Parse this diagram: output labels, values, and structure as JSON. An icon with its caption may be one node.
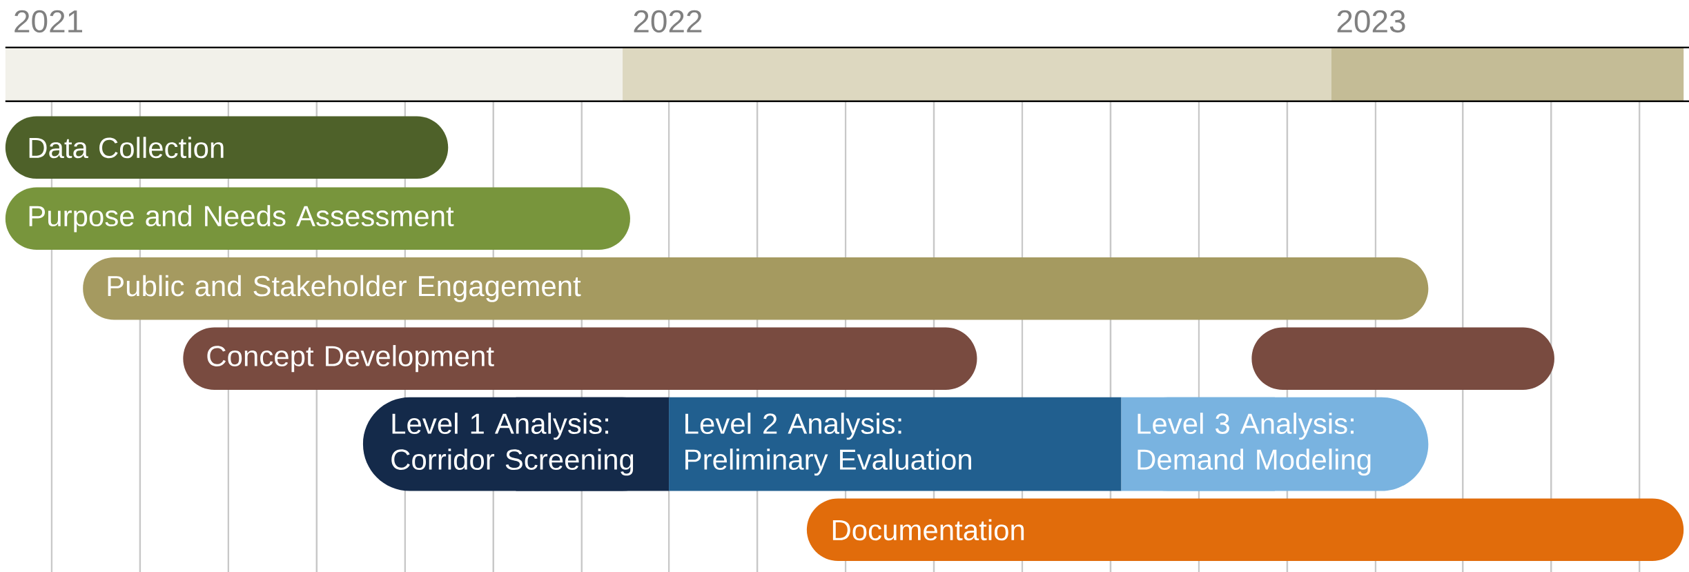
{
  "diagram": {
    "nodes": [
      {
        "text": [
          "Data Collection"
        ]
      },
      {
        "text": [
          "Purpose and Needs Assessment"
        ]
      },
      {
        "text": [
          "Public and Stakeholder Engagement"
        ]
      },
      {
        "text": [
          "Concept Development"
        ]
      },
      {
        "text": [],
        "shape": "bar"
      },
      {
        "text": [
          "Level 1 Analysis: Corridor Screening"
        ]
      },
      {
        "text": [
          "Level 2 Analysis: Preliminary Evaluation"
        ]
      },
      {
        "text": [
          "Level 3 Analysis: Demand Modeling"
        ]
      },
      {
        "text": [
          "Documentation"
        ]
      }
    ],
    "labels": [
      "2021",
      "2022",
      "2023"
    ]
  }
}
